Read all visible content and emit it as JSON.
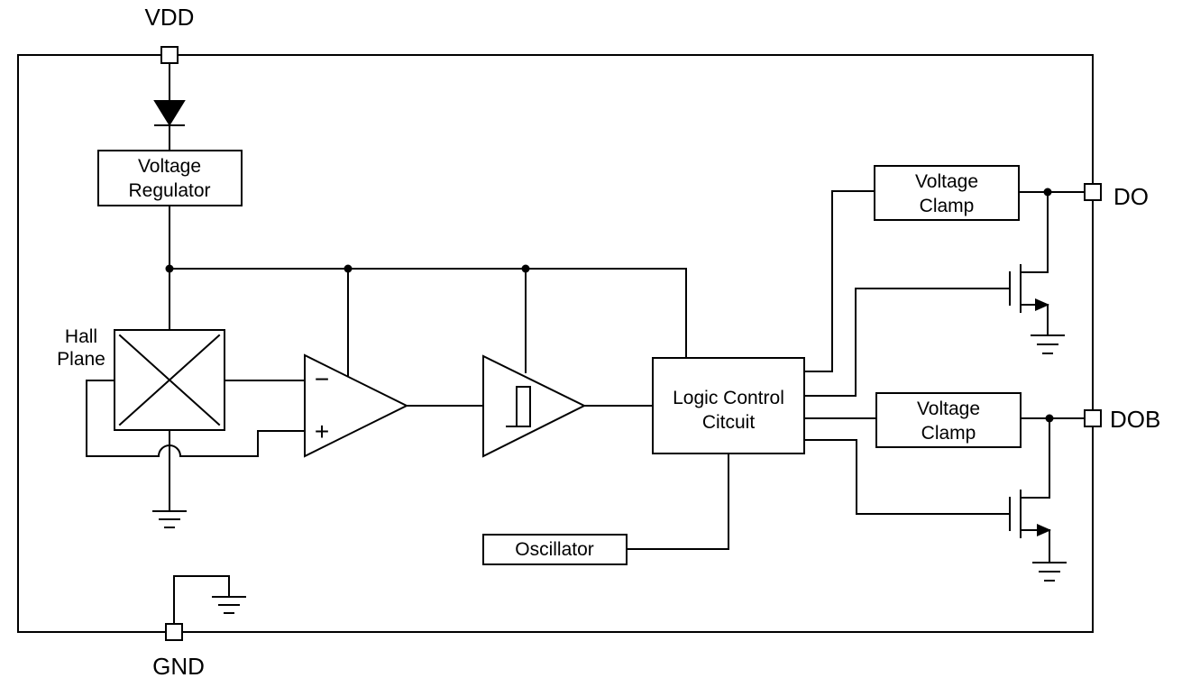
{
  "pins": {
    "vdd": "VDD",
    "gnd": "GND",
    "do": "DO",
    "dob": "DOB"
  },
  "blocks": {
    "voltage_regulator": [
      "Voltage",
      "Regulator"
    ],
    "hall_plane": [
      "Hall",
      "Plane"
    ],
    "logic_control": [
      "Logic Control",
      "Citcuit"
    ],
    "voltage_clamp_do": [
      "Voltage",
      "Clamp"
    ],
    "voltage_clamp_dob": [
      "Voltage",
      "Clamp"
    ],
    "oscillator": "Oscillator"
  },
  "comparator_symbols": {
    "minus": "−",
    "plus": "+"
  }
}
